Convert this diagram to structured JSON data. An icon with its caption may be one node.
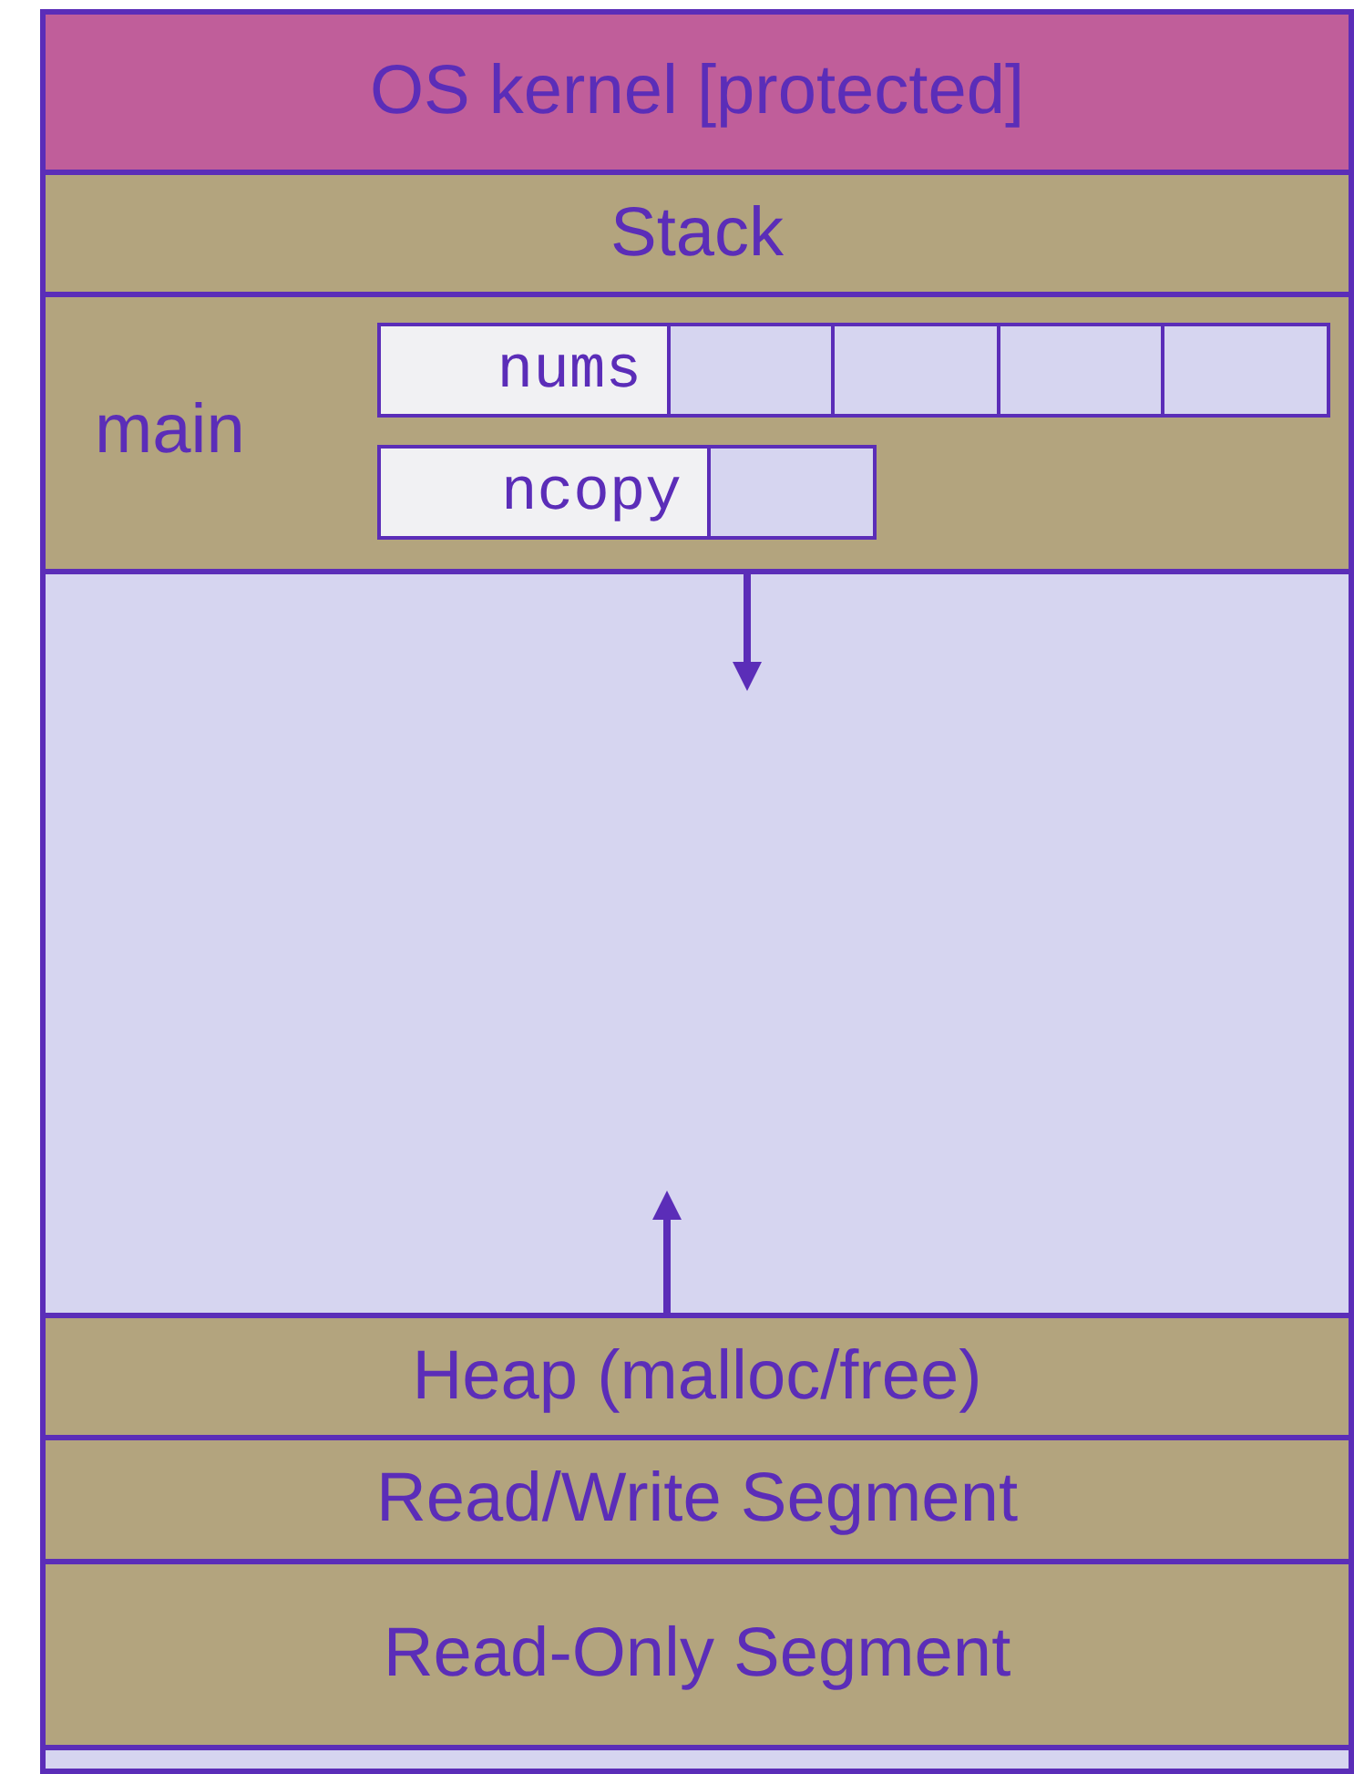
{
  "diagram": {
    "nodes": [
      {
        "text": [
          "OS kernel [protected]"
        ]
      },
      {
        "text": [
          "Stack"
        ]
      },
      {
        "text": [
          "main"
        ]
      },
      {
        "text": [
          "nums"
        ],
        "in": 2
      },
      {
        "text": [],
        "shape": "box",
        "in": 2
      },
      {
        "text": [],
        "shape": "box",
        "in": 2
      },
      {
        "text": [],
        "shape": "box",
        "in": 2
      },
      {
        "text": [],
        "shape": "box",
        "in": 2
      },
      {
        "text": [
          "ncopy"
        ],
        "in": 2
      },
      {
        "text": [],
        "shape": "box",
        "in": 2
      },
      {
        "text": [],
        "shape": "box"
      },
      {
        "text": [
          "Heap (malloc/free)"
        ]
      },
      {
        "text": [
          "Read/Write Segment"
        ]
      },
      {
        "text": [
          "Read-Only Segment"
        ]
      },
      {
        "text": [],
        "shape": "box"
      }
    ],
    "edges": [
      {
        "from": 2,
        "to": 10,
        "arrow": "to"
      },
      {
        "from": 11,
        "to": 10,
        "arrow": "to"
      }
    ]
  }
}
